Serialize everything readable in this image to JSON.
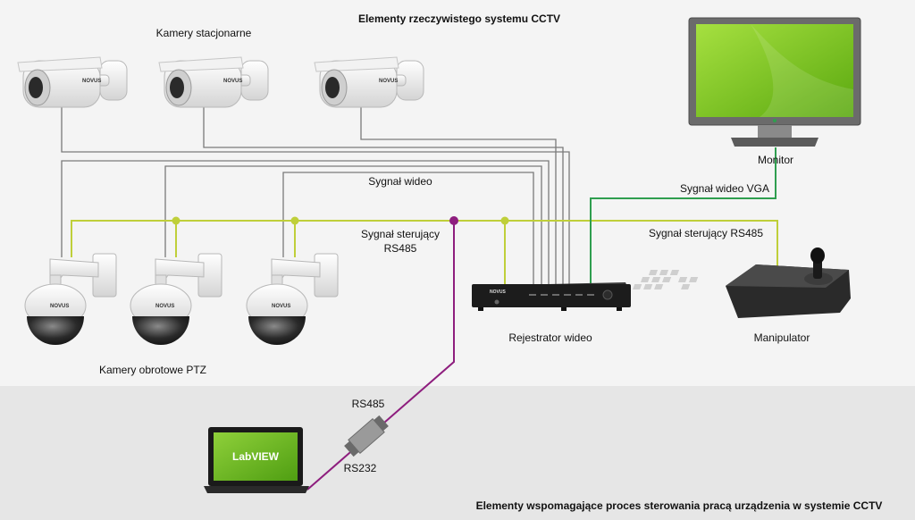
{
  "titles": {
    "top": "Elementy rzeczywistego systemu CCTV",
    "bottom": "Elementy wspomagające proces sterowania pracą urządzenia w systemie CCTV"
  },
  "labels": {
    "fixed_cameras": "Kamery stacjonarne",
    "ptz_cameras": "Kamery obrotowe PTZ",
    "monitor": "Monitor",
    "recorder": "Rejestrator wideo",
    "keyboard": "Manipulator",
    "video_signal": "Sygnał wideo",
    "control_signal_line1": "Sygnał sterujący",
    "control_signal_line2": "RS485",
    "vga_signal": "Sygnał wideo VGA",
    "control_signal_rs485": "Sygnał sterujący RS485",
    "rs485": "RS485",
    "rs232": "RS232",
    "laptop_screen": "LabVIEW",
    "camera_brand": "NOVUS"
  },
  "colors": {
    "video_cable": "#7a7a7a",
    "control_cable": "#bfcf3a",
    "vga_cable": "#2f9e4f",
    "serial_cable": "#8e1e7e",
    "monitor_screen": "#7cc41e",
    "laptop_screen": "#6fb91f",
    "bottom_band": "#e6e6e6"
  }
}
